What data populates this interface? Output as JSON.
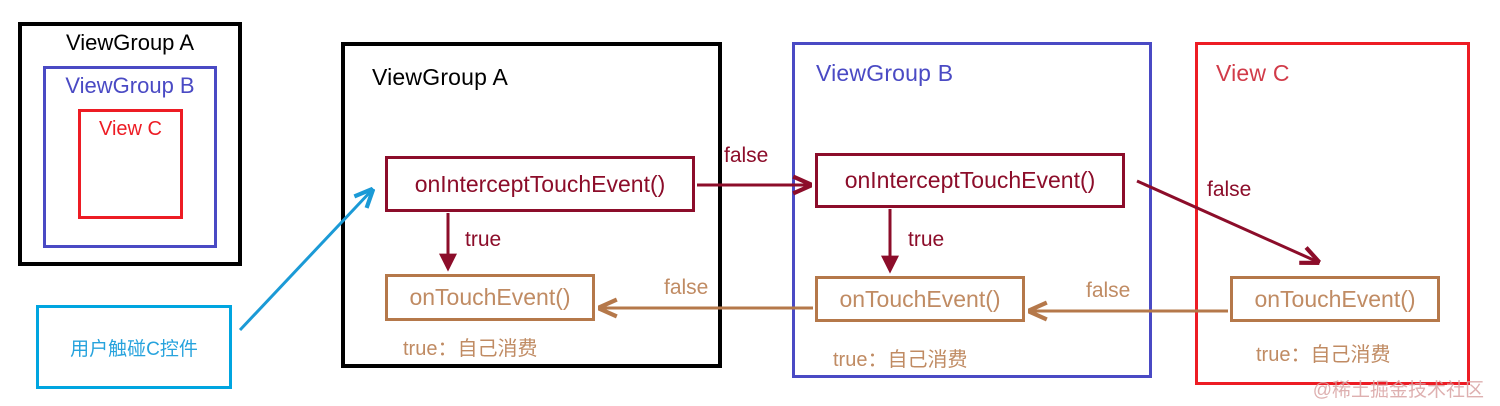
{
  "diagram": {
    "title": "Android Touch Event Dispatch Flow",
    "colors": {
      "black": "#000000",
      "blue": "#4a4ac4",
      "red": "#ed1c24",
      "cyan": "#00a5e0",
      "dark_red": "#8c0d2a",
      "tan": "#c08b63"
    },
    "legend": {
      "outer_label": "ViewGroup A",
      "mid_label": "ViewGroup B",
      "inner_label": "View C"
    },
    "trigger": {
      "label": "用户触碰C控件"
    },
    "panels": [
      {
        "id": "viewgroup-a",
        "title": "ViewGroup A",
        "intercept_label": "onInterceptTouchEvent()",
        "touch_label": "onTouchEvent()",
        "true_label": "true",
        "consume_label": "true：自己消费"
      },
      {
        "id": "viewgroup-b",
        "title": "ViewGroup B",
        "intercept_label": "onInterceptTouchEvent()",
        "touch_label": "onTouchEvent()",
        "true_label": "true",
        "consume_label": "true：自己消费"
      },
      {
        "id": "view-c",
        "title": "View C",
        "touch_label": "onTouchEvent()",
        "consume_label": "true：自己消费"
      }
    ],
    "edges": {
      "a_intercept_false": "false",
      "b_intercept_false": "false",
      "c_to_b_false": "false",
      "b_to_a_false": "false"
    },
    "watermark": "@稀土掘金技术社区"
  }
}
